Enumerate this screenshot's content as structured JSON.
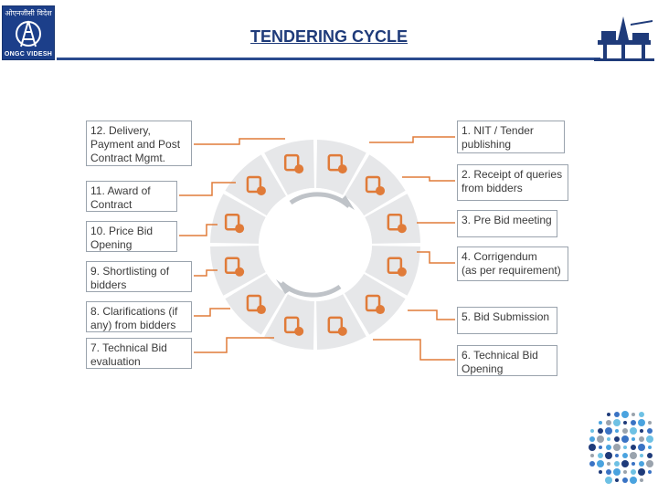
{
  "header": {
    "title": "TENDERING CYCLE",
    "logo_hindi": "ओएनजीसी विदेश",
    "logo_text": "ONGC VIDESH"
  },
  "colors": {
    "accent": "#e07b39",
    "segment": "#e6e7e9",
    "title": "#1f3b7a",
    "connector": "#e07b39"
  },
  "steps": [
    {
      "label": "1. NIT / Tender\n     publishing",
      "icon": "megaphone-icon"
    },
    {
      "label": "2. Receipt of queries\n     from bidders",
      "icon": "phone-bubble-icon"
    },
    {
      "label": "3. Pre Bid meeting",
      "icon": "meeting-icon"
    },
    {
      "label": "4. Corrigendum\n(as per requirement)",
      "icon": "presenter-icon"
    },
    {
      "label": "5. Bid Submission",
      "icon": "gavel-icon"
    },
    {
      "label": "6. Technical Bid\n    Opening",
      "icon": "hand-document-icon"
    },
    {
      "label": "7. Technical Bid\n     evaluation",
      "icon": "document-pen-icon"
    },
    {
      "label": "8. Clarifications (if\nany) from bidders",
      "icon": "checklist-icon"
    },
    {
      "label": "9. Shortlisting of\n    bidders",
      "icon": "clipboard-icon"
    },
    {
      "label": "10. Price Bid\n      Opening",
      "icon": "calculator-icon"
    },
    {
      "label": "11. Award of\n      Contract",
      "icon": "handshake-icon"
    },
    {
      "label": "12. Delivery,\nPayment and  Post\nContract Mgmt.",
      "icon": "briefcase-icon"
    }
  ]
}
